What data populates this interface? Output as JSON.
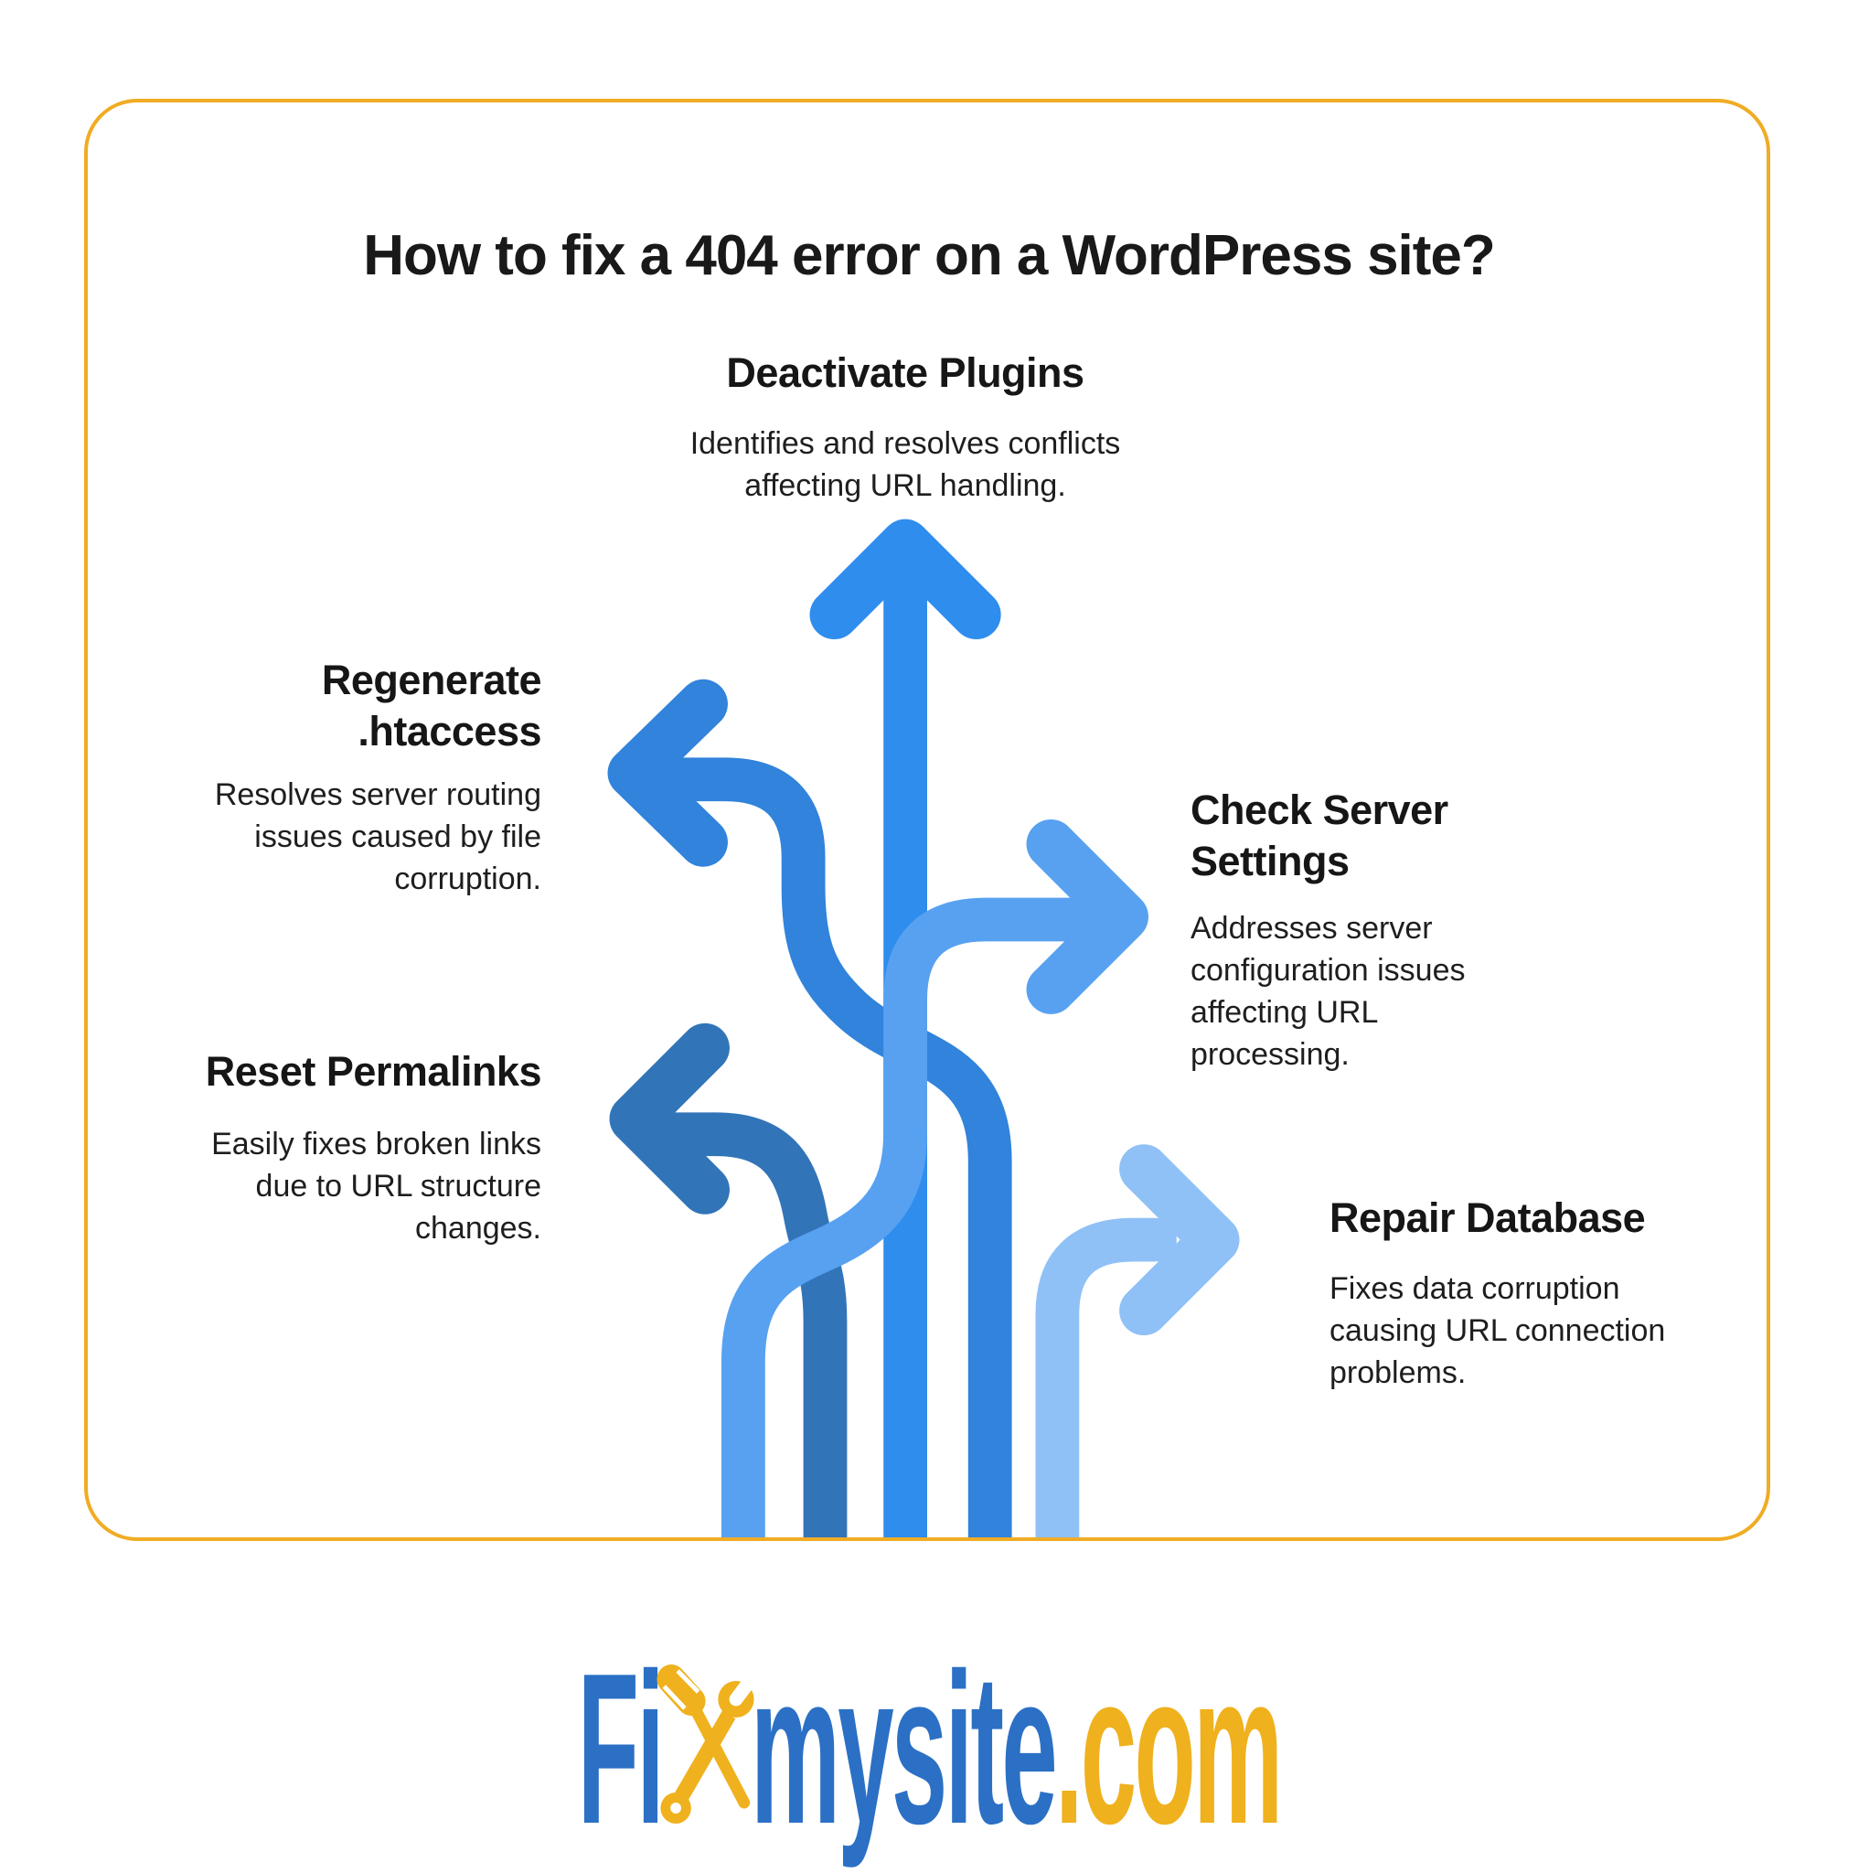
{
  "title": "How to fix a 404 error on a WordPress site?",
  "palette": {
    "card_border_gold": "#F0AC24",
    "background": "#FFFFFF",
    "text_dark": "#1C1C1C",
    "arrow_bright_blue": "#2F8DEE",
    "arrow_medium_blue": "#3183DB",
    "arrow_light_blue": "#57A1F0",
    "arrow_dark_blue": "#3274B8",
    "arrow_pale_blue": "#8FC1F6"
  },
  "steps": [
    {
      "id": "deactivate-plugins",
      "label": "Deactivate Plugins",
      "label_lines": [
        "Deactivate Plugins"
      ],
      "description": "Identifies and resolves conflicts affecting URL handling.",
      "desc_lines": [
        "Identifies and resolves conflicts",
        "affecting URL handling."
      ],
      "arrow_direction": "up",
      "arrow_color": "#2F8DEE"
    },
    {
      "id": "regenerate-htaccess",
      "label": "Regenerate .htaccess",
      "label_lines": [
        "Regenerate",
        ".htaccess"
      ],
      "description": "Resolves server routing issues caused by file corruption.",
      "desc_lines": [
        "Resolves server routing",
        "issues caused by file",
        "corruption."
      ],
      "arrow_direction": "left",
      "arrow_color": "#3183DB"
    },
    {
      "id": "check-server-settings",
      "label": "Check Server Settings",
      "label_lines": [
        "Check Server",
        "Settings"
      ],
      "description": "Addresses server configuration issues affecting URL processing.",
      "desc_lines": [
        "Addresses server",
        "configuration issues",
        "affecting URL",
        "processing."
      ],
      "arrow_direction": "right",
      "arrow_color": "#57A1F0"
    },
    {
      "id": "reset-permalinks",
      "label": "Reset Permalinks",
      "label_lines": [
        "Reset Permalinks"
      ],
      "description": "Easily fixes broken links due to URL structure changes.",
      "desc_lines": [
        "Easily fixes broken links",
        "due to URL structure",
        "changes."
      ],
      "arrow_direction": "left",
      "arrow_color": "#3274B8"
    },
    {
      "id": "repair-database",
      "label": "Repair Database",
      "label_lines": [
        "Repair Database"
      ],
      "description": "Fixes data corruption causing URL connection problems.",
      "desc_lines": [
        "Fixes data corruption",
        "causing URL connection",
        "problems."
      ],
      "arrow_direction": "right",
      "arrow_color": "#8FC1F6"
    }
  ],
  "logo": {
    "text_blue_1": "Fi",
    "x_icon": "crossed-wrench-screwdriver-icon",
    "text_blue_2": "mysite",
    "text_gold": ".com",
    "blue": "#2B70C5",
    "gold": "#EFB11D"
  }
}
